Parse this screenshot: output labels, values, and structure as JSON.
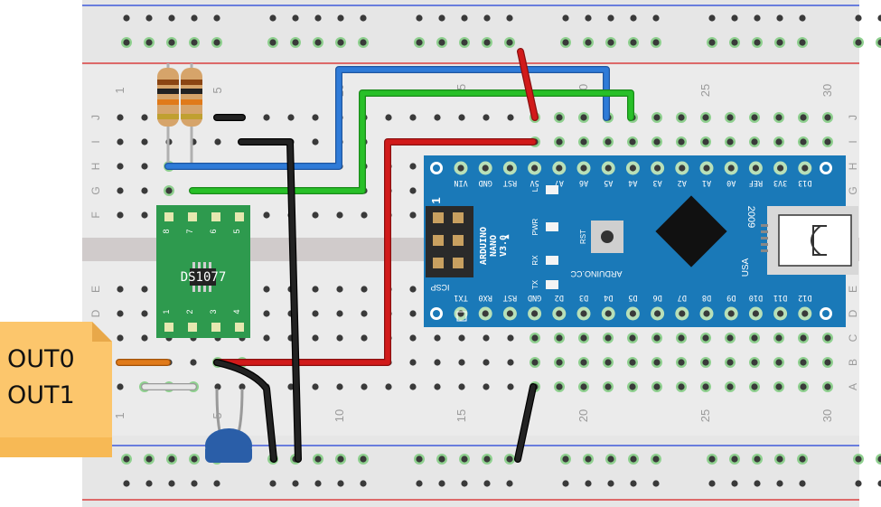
{
  "breadboard": {
    "column_numbers": [
      "1",
      "5",
      "10",
      "15",
      "20",
      "25",
      "30"
    ],
    "row_letters_top": [
      "J",
      "I",
      "H",
      "G",
      "F"
    ],
    "row_letters_bottom": [
      "E",
      "D",
      "C",
      "B",
      "A"
    ]
  },
  "chip": {
    "label": "DS1077",
    "pins_top": [
      "8",
      "7",
      "6",
      "5"
    ],
    "pins_bottom": [
      "1",
      "2",
      "3",
      "4"
    ]
  },
  "arduino": {
    "name_lines": [
      "ARDUINO",
      "NANO",
      "V3.0"
    ],
    "brand": "ARDUINO.CC",
    "year": "2009",
    "usa": "USA",
    "icsp": "ICSP",
    "icsp_pin": "1",
    "top_pins": [
      "D13",
      "3V3",
      "REF",
      "A0",
      "A1",
      "A2",
      "A3",
      "A4",
      "A5",
      "A6",
      "A7",
      "5V",
      "RST",
      "GND",
      "VIN"
    ],
    "bottom_pins": [
      "D12",
      "D11",
      "D10",
      "D9",
      "D8",
      "D7",
      "D6",
      "D5",
      "D4",
      "D3",
      "D2",
      "GND",
      "RST",
      "RX0",
      "TX1"
    ],
    "leds": [
      "L",
      "PWR",
      "RX",
      "TX"
    ],
    "reset_label": "RST"
  },
  "note": {
    "lines": [
      "OUT0",
      "OUT1"
    ]
  }
}
